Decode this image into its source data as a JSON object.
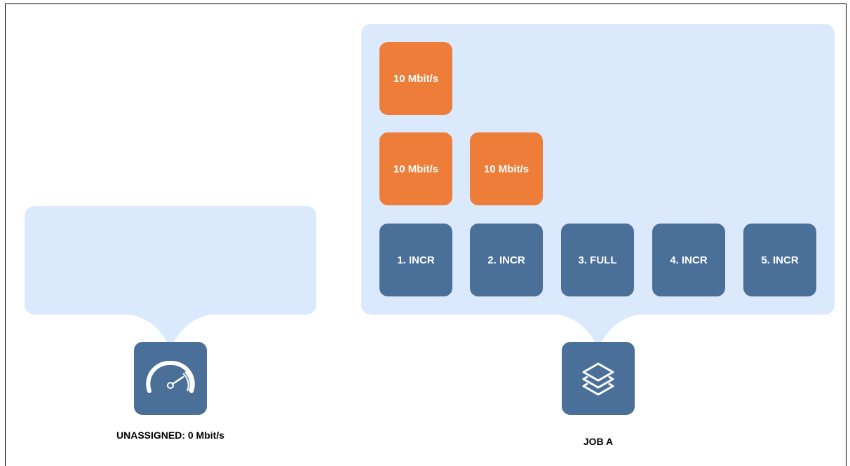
{
  "colors": {
    "panel": "#dae9fb",
    "orange_tile": "#ee7d39",
    "blue_tile": "#4a6f99",
    "text_on_tile": "#ffffff"
  },
  "unassigned": {
    "icon": "speedometer-icon",
    "caption": "UNASSIGNED: 0 Mbit/s"
  },
  "job": {
    "icon": "layers-icon",
    "caption": "JOB A",
    "bandwidth_row_top": [
      "10 Mbit/s"
    ],
    "bandwidth_row_middle": [
      "10 Mbit/s",
      "10 Mbit/s"
    ],
    "backups": [
      "1. INCR",
      "2. INCR",
      "3. FULL",
      "4. INCR",
      "5. INCR"
    ]
  }
}
